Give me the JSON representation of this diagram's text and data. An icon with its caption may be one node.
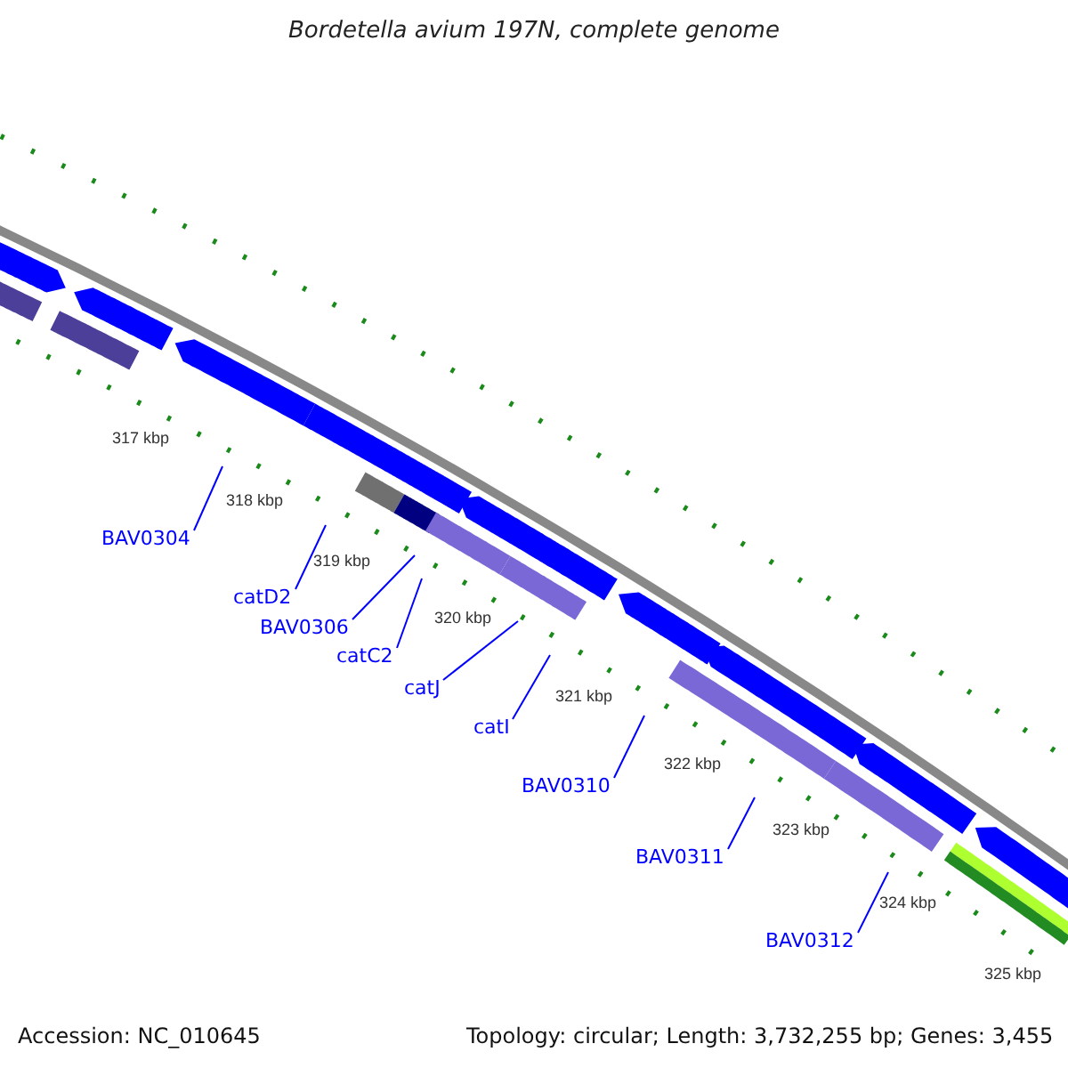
{
  "diagram": {
    "title": "Bordetella avium 197N, complete genome",
    "nodes": [
      {
        "text": [
          "BAV0304"
        ]
      },
      {
        "text": [
          "catD2"
        ]
      },
      {
        "text": [
          "BAV0306"
        ]
      },
      {
        "text": [
          "catC2"
        ]
      },
      {
        "text": [
          "catJ"
        ]
      },
      {
        "text": [
          "catI"
        ]
      },
      {
        "text": [
          "BAV0310"
        ]
      },
      {
        "text": [
          "BAV0311"
        ]
      },
      {
        "text": [
          "BAV0312"
        ]
      }
    ],
    "edges": [
      {
        "from": 0,
        "to": null,
        "arrow": "none"
      },
      {
        "from": 1,
        "to": null,
        "arrow": "none"
      },
      {
        "from": 2,
        "to": null,
        "arrow": "none"
      },
      {
        "from": 3,
        "to": null,
        "arrow": "none"
      },
      {
        "from": 4,
        "to": null,
        "arrow": "none"
      },
      {
        "from": 5,
        "to": null,
        "arrow": "none"
      },
      {
        "from": 6,
        "to": null,
        "arrow": "none"
      },
      {
        "from": 7,
        "to": null,
        "arrow": "none"
      },
      {
        "from": 8,
        "to": null,
        "arrow": "none"
      }
    ],
    "labels": [
      "317 kbp",
      "318 kbp",
      "319 kbp",
      "320 kbp",
      "321 kbp",
      "322 kbp",
      "323 kbp",
      "324 kbp",
      "325 kbp",
      "Accession: NC_010645",
      "Topology: circular; Length: 3,732,255 bp; Genes: 3,455"
    ]
  }
}
